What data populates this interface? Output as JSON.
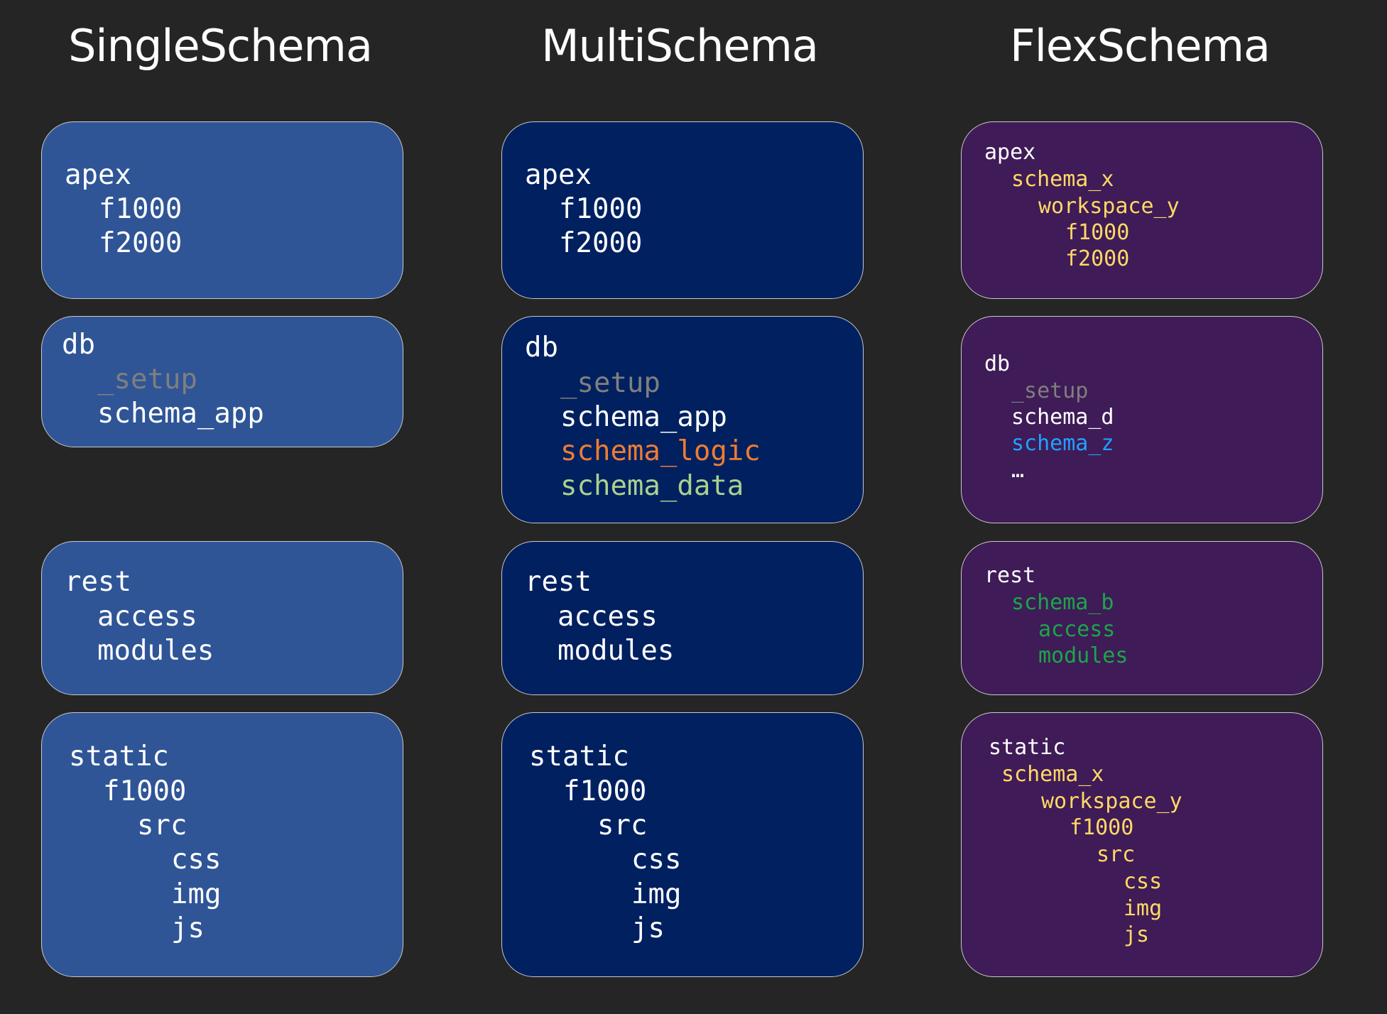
{
  "colors": {
    "background": "#252525",
    "single": "#2f5597",
    "multi": "#002060",
    "flex": "#3f1b57",
    "white": "#ffffff",
    "gray": "#7f7f7f",
    "orange": "#ed7d31",
    "green_light": "#a9d18e",
    "yellow": "#ffd966",
    "blue": "#1fa2ff",
    "green": "#1aa64a"
  },
  "columns": {
    "single": {
      "title": "SingleSchema",
      "apex": [
        "apex",
        "f1000",
        "f2000"
      ],
      "db": [
        "db",
        "_setup",
        "schema_app"
      ],
      "rest": [
        "rest",
        "access",
        "modules"
      ],
      "static": [
        "static",
        "f1000",
        "src",
        "css",
        "img",
        "js"
      ]
    },
    "multi": {
      "title": "MultiSchema",
      "apex": [
        "apex",
        "f1000",
        "f2000"
      ],
      "db": [
        "db",
        "_setup",
        "schema_app",
        "schema_logic",
        "schema_data"
      ],
      "rest": [
        "rest",
        "access",
        "modules"
      ],
      "static": [
        "static",
        "f1000",
        "src",
        "css",
        "img",
        "js"
      ]
    },
    "flex": {
      "title": "FlexSchema",
      "apex": [
        "apex",
        "schema_x",
        "workspace_y",
        "f1000",
        "f2000"
      ],
      "db": [
        "db",
        "_setup",
        "schema_d",
        "schema_z",
        "…"
      ],
      "rest": [
        "rest",
        "schema_b",
        "access",
        "modules"
      ],
      "static": [
        "static",
        "schema_x",
        "workspace_y",
        "f1000",
        "src",
        "css",
        "img",
        "js"
      ]
    }
  }
}
